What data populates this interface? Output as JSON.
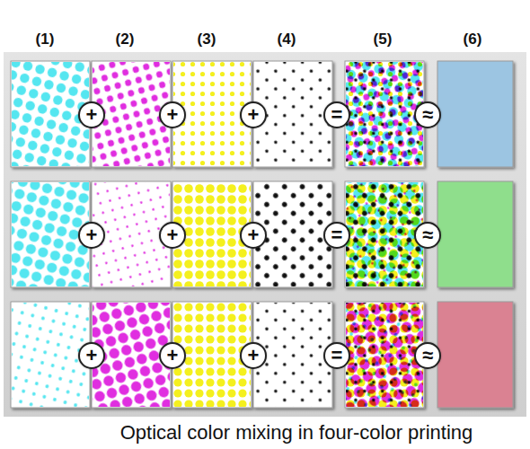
{
  "diagram": {
    "caption": "Optical color mixing in four-color printing",
    "nodes": [
      {
        "text": [
          "+"
        ]
      },
      {
        "text": [
          "+"
        ]
      },
      {
        "text": [
          "+"
        ]
      },
      {
        "text": [
          "="
        ]
      },
      {
        "text": [
          "≈"
        ]
      },
      {
        "text": [
          "+"
        ]
      },
      {
        "text": [
          "+"
        ]
      },
      {
        "text": [
          "+"
        ]
      },
      {
        "text": [
          "="
        ]
      },
      {
        "text": [
          "≈"
        ]
      },
      {
        "text": [
          "+"
        ]
      },
      {
        "text": [
          "+"
        ]
      },
      {
        "text": [
          "+"
        ]
      },
      {
        "text": [
          "="
        ]
      },
      {
        "text": [
          "≈"
        ]
      }
    ],
    "labels": [
      "(1)",
      "(2)",
      "(3)",
      "(4)",
      "(5)",
      "(6)"
    ]
  }
}
